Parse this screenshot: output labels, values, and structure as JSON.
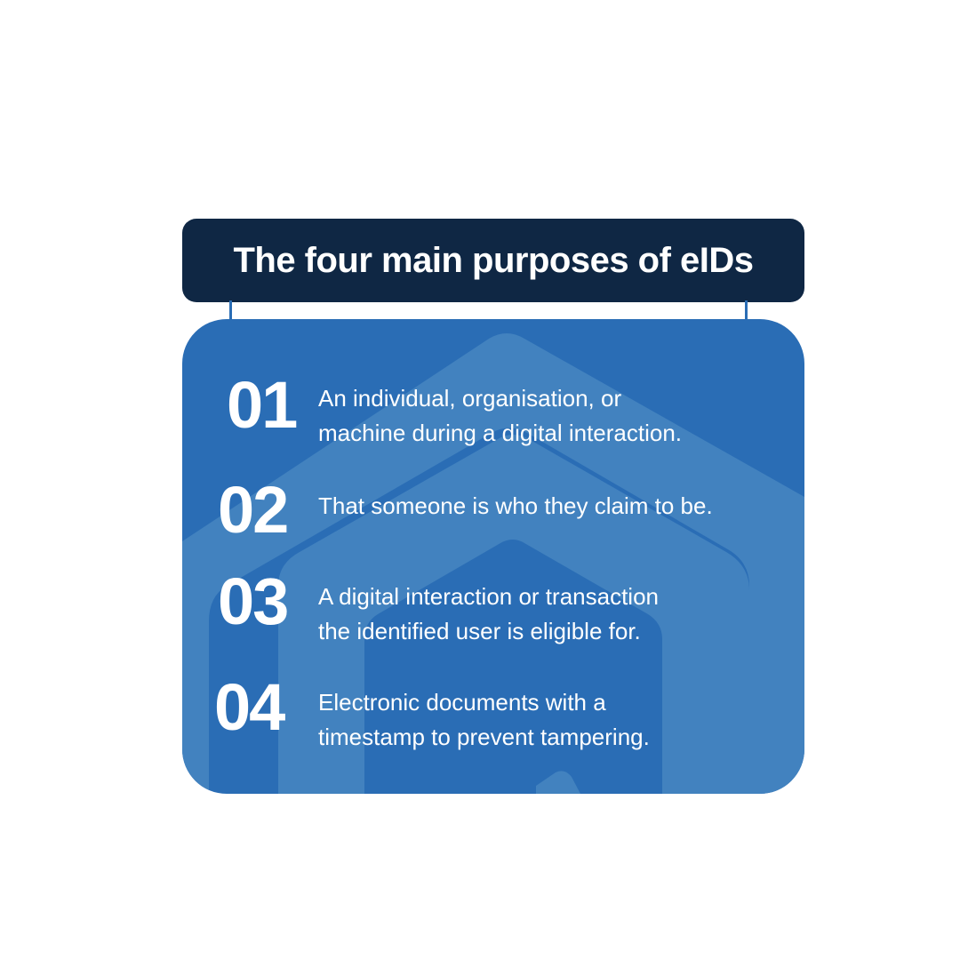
{
  "title": "The four main purposes of eIDs",
  "colors": {
    "title_background": "#0f2744",
    "panel_background": "#2a6db5",
    "panel_decoration": "#4282bf",
    "text": "#ffffff"
  },
  "items": [
    {
      "number": "01",
      "lines": [
        "An individual, organisation, or",
        "machine during a digital interaction."
      ]
    },
    {
      "number": "02",
      "lines": [
        "That someone is who they claim to be."
      ]
    },
    {
      "number": "03",
      "lines": [
        "A digital interaction or transaction",
        "the identified user is eligible for."
      ]
    },
    {
      "number": "04",
      "lines": [
        "Electronic documents with a",
        "timestamp to prevent tampering."
      ]
    }
  ]
}
